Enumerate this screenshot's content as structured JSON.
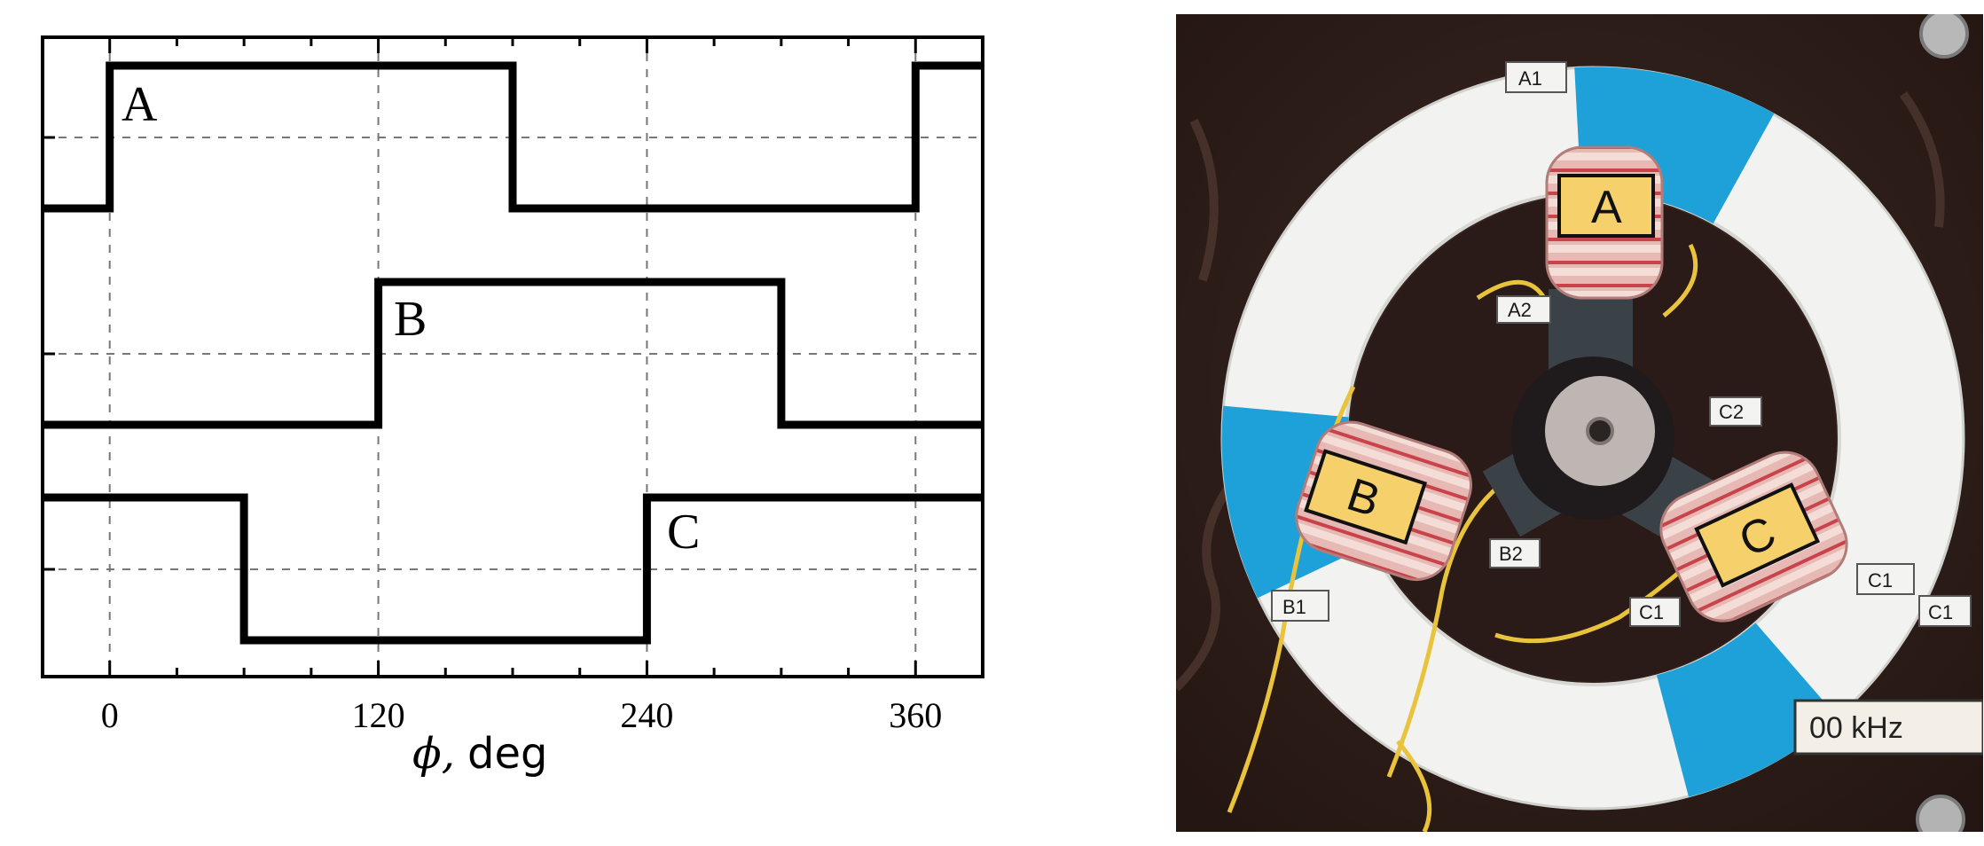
{
  "chart_data": {
    "type": "line",
    "xlabel_symbol": "ϕ,",
    "xlabel_unit": "deg",
    "xlim": [
      -30,
      390
    ],
    "xticks": [
      0,
      120,
      240,
      360
    ],
    "grid": true,
    "series": [
      {
        "name": "A",
        "x": [
          -30,
          0,
          0,
          180,
          180,
          360,
          360,
          390
        ],
        "y": [
          0,
          0,
          1,
          1,
          0,
          0,
          1,
          1
        ]
      },
      {
        "name": "B",
        "x": [
          -30,
          120,
          120,
          300,
          300,
          390
        ],
        "y": [
          0,
          0,
          1,
          1,
          0,
          0
        ]
      },
      {
        "name": "C",
        "x": [
          -30,
          60,
          60,
          240,
          240,
          390
        ],
        "y": [
          1,
          1,
          0,
          0,
          1,
          1
        ]
      }
    ]
  },
  "photo": {
    "coil_labels": [
      "A",
      "B",
      "C"
    ],
    "terminal_labels": [
      "A1",
      "A2",
      "B1",
      "B2",
      "C1",
      "C1",
      "C2",
      "C1"
    ],
    "frequency_label": "00 kHz",
    "colors": {
      "board": "#2e1d1a",
      "ring": "#f2f2f0",
      "tape": "#1ea0d8",
      "coil": "#e6b9b4",
      "coil_wire": "#c9434b",
      "label": "#f6d06a",
      "core": "#3b4247",
      "lead_wire": "#e9c33c"
    }
  }
}
